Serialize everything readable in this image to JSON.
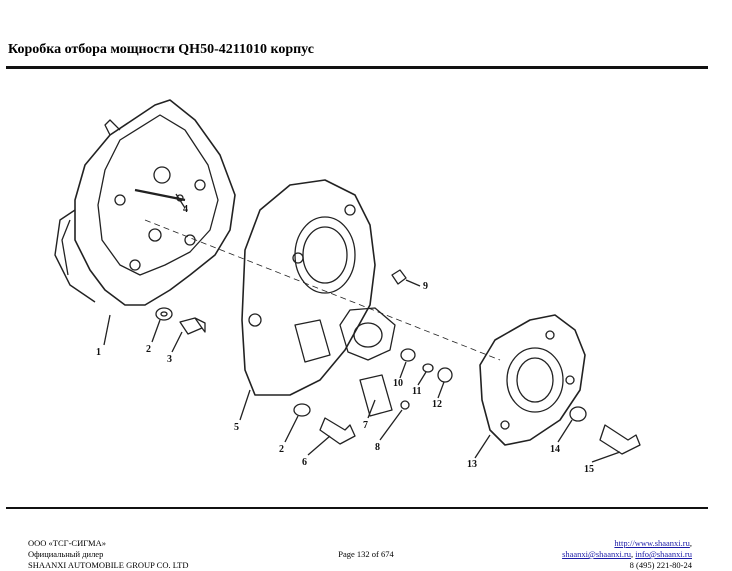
{
  "document": {
    "title": "Коробка отбора мощности QH50-4211010 корпус"
  },
  "diagram": {
    "callouts": [
      "1",
      "2",
      "3",
      "4",
      "5",
      "2",
      "6",
      "7",
      "8",
      "9",
      "10",
      "11",
      "12",
      "13",
      "14",
      "15"
    ]
  },
  "footer": {
    "company": "ООО «ТСГ-СИГМА»",
    "dealer": "Официальный дилер",
    "manufacturer": "SHAANXI AUTOMOBILE GROUP CO. LTD",
    "page": "Page 132 of 674",
    "website": "http://www.shaanxi.ru",
    "website_suffix": ",",
    "email1": "shaanxi@shaanxi.ru",
    "email_sep": ", ",
    "email2": "info@shaanxi.ru",
    "phone": "8 (495) 221-80-24"
  }
}
